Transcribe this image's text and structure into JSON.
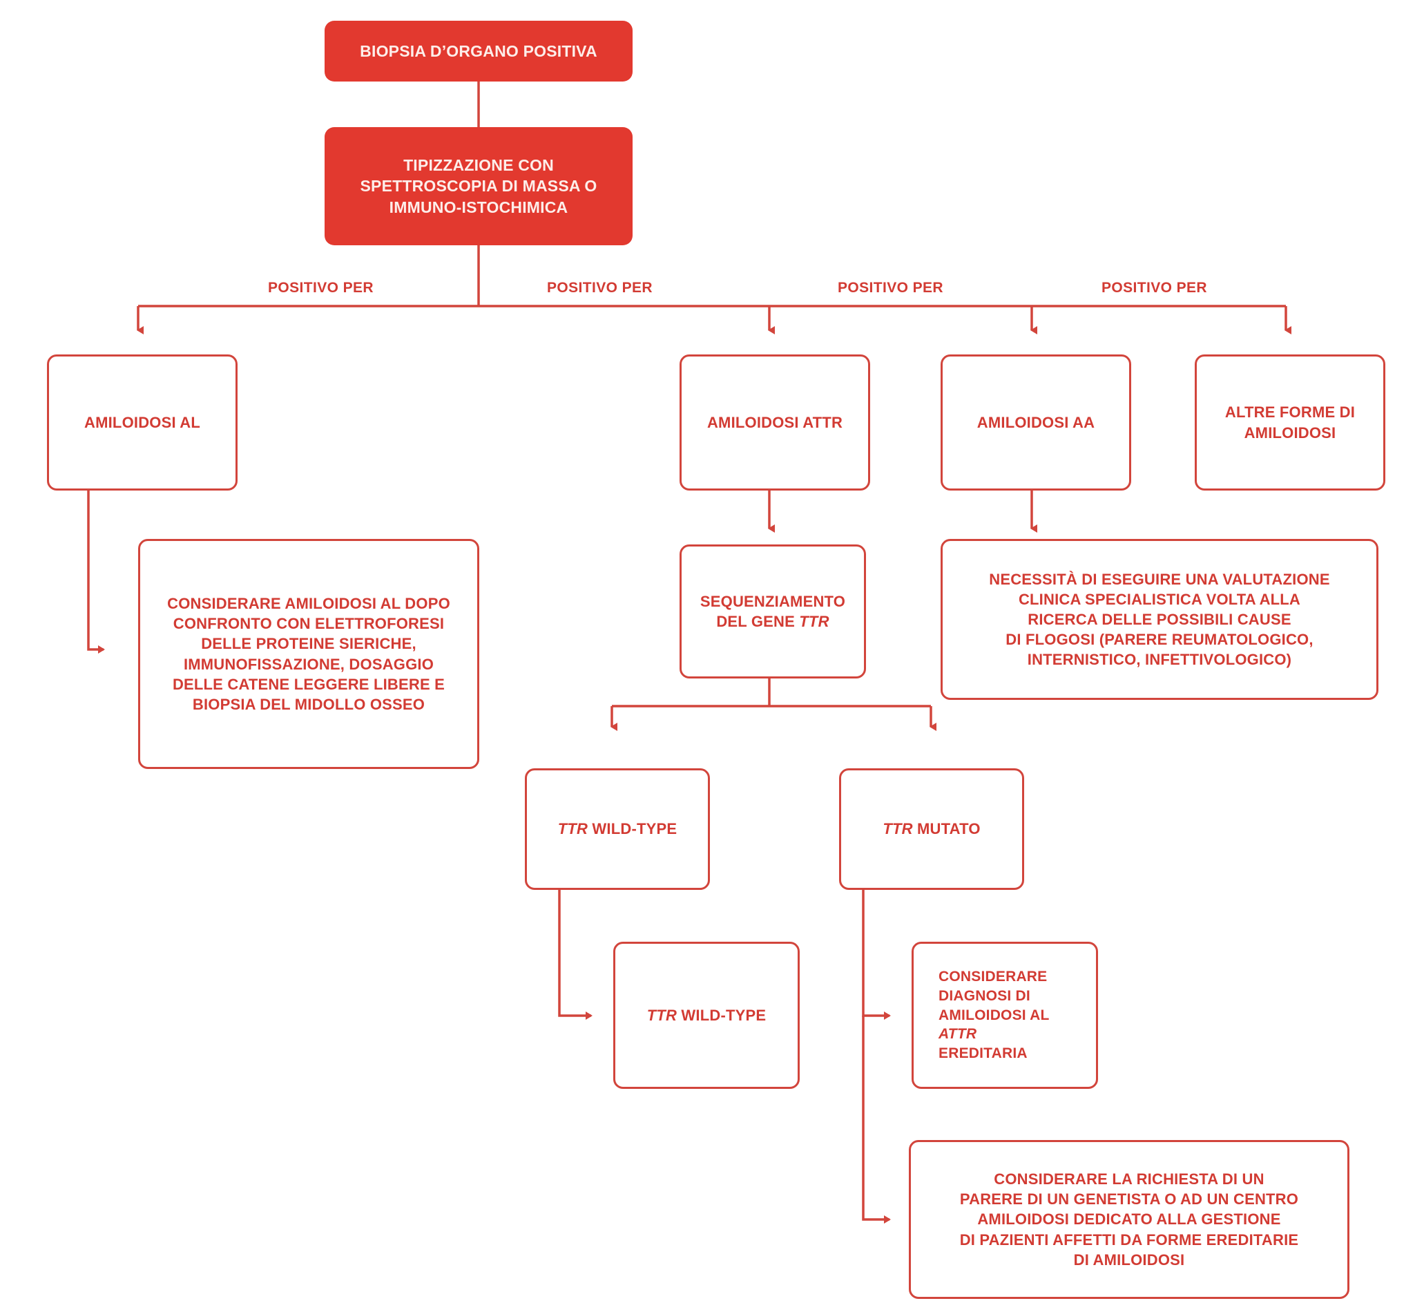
{
  "diagram": {
    "title_node": "BIOPSIA D’ORGANO POSITIVA",
    "typing_node": "TIPIZZAZIONE CON SPETTROSCOPIA DI MASSA O IMMUNO-ISTOCHIMICA",
    "typing_lines": [
      "TIPIZZAZIONE CON",
      "SPETTROSCOPIA DI MASSA O",
      "IMMUNO-ISTOCHIMICA"
    ],
    "edge_labels": {
      "l1": "POSITIVO PER",
      "l2": "POSITIVO PER",
      "l3": "POSITIVO PER",
      "l4": "POSITIVO PER"
    },
    "branches": {
      "al": "AMILOIDOSI AL",
      "attr": "AMILOIDOSI ATTR",
      "aa": "AMILOIDOSI AA",
      "other_lines": [
        "ALTRE FORME DI",
        "AMILOIDOSI"
      ]
    },
    "al_detail_lines": [
      "CONSIDERARE AMILOIDOSI AL DOPO",
      "CONFRONTO CON ELETTROFORESI",
      "DELLE PROTEINE SIERICHE,",
      "IMMUNOFISSAZIONE, DOSAGGIO",
      "DELLE CATENE LEGGERE LIBERE E",
      "BIOPSIA DEL MIDOLLO OSSEO"
    ],
    "aa_detail_lines": [
      "NECESSITÀ DI ESEGUIRE UNA VALUTAZIONE",
      "CLINICA SPECIALISTICA VOLTA ALLA",
      "RICERCA DELLE POSSIBILI CAUSE",
      "DI FLOGOSI (PARERE REUMATOLOGICO,",
      "INTERNISTICO, INFETTIVOLOGICO)"
    ],
    "sequencing_lines": [
      "SEQUENZIAMENTO",
      "DEL GENE "
    ],
    "sequencing_gene": "TTR",
    "ttr_wild_type": {
      "gene": "TTR",
      "rest": " WILD-TYPE"
    },
    "ttr_wild_type_2": {
      "gene": "TTR",
      "rest": " WILD-TYPE"
    },
    "ttr_mutato": {
      "gene": "TTR",
      "rest": " MUTATO"
    },
    "hereditary_lines_pre": [
      "CONSIDERARE",
      "DIAGNOSI DI",
      "AMILOIDOSI AL "
    ],
    "hereditary_gene": "ATTR",
    "hereditary_lines_post": [
      "EREDITARIA"
    ],
    "geneticist_lines": [
      "CONSIDERARE LA RICHIESTA DI UN",
      "PARERE DI UN GENETISTA O AD UN CENTRO",
      "AMILOIDOSI DEDICATO ALLA GESTIONE",
      "DI PAZIENTI AFFETTI DA FORME EREDITARIE",
      "DI AMILOIDOSI"
    ],
    "colors": {
      "accent_fill": "#e2392f",
      "accent_stroke": "#d2453c",
      "text_on_fill": "#fdeeea",
      "text_accent": "#d23b33",
      "background": "#ffffff"
    }
  }
}
